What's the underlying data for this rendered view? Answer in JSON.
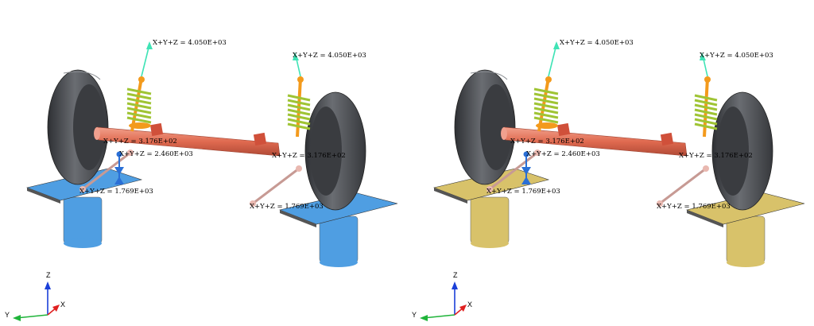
{
  "colors": {
    "tire": "#4a4d52",
    "axle": "#e2735a",
    "spring": "#9fc434",
    "damper": "#f39a1c",
    "force_vector": "#3fe3b5",
    "arm": "#c79a94",
    "platform_left": "#4f9ee2",
    "platform_right": "#d8c26a"
  },
  "viewports": [
    {
      "name": "left",
      "platform_color_key": "platform_left",
      "labels": {
        "spring_left": "X+Y+Z = 4.050E+03",
        "spring_right": "X+Y+Z = 4.050E+03",
        "axle_left": "X+Y+Z = 3.176E+02",
        "axle_right": "X+Y+Z = 3.176E+02",
        "damper": "X+Y+Z = 2.460E+03",
        "arm_left": "X+Y+Z = 1.769E+03",
        "arm_right": "X+Y+Z = 1.769E+03"
      },
      "triad": {
        "z": "Z",
        "y": "Y",
        "x": "X"
      }
    },
    {
      "name": "right",
      "platform_color_key": "platform_right",
      "labels": {
        "spring_left": "X+Y+Z = 4.050E+03",
        "spring_right": "X+Y+Z = 4.050E+03",
        "axle_left": "X+Y+Z = 3.176E+02",
        "axle_right": "X+Y+Z = 3.176E+02",
        "damper": "X+Y+Z = 2.460E+03",
        "arm_left": "X+Y+Z = 1.769E+03",
        "arm_right": "X+Y+Z = 1.769E+03"
      },
      "triad": {
        "z": "Z",
        "y": "Y",
        "x": "X"
      }
    }
  ]
}
